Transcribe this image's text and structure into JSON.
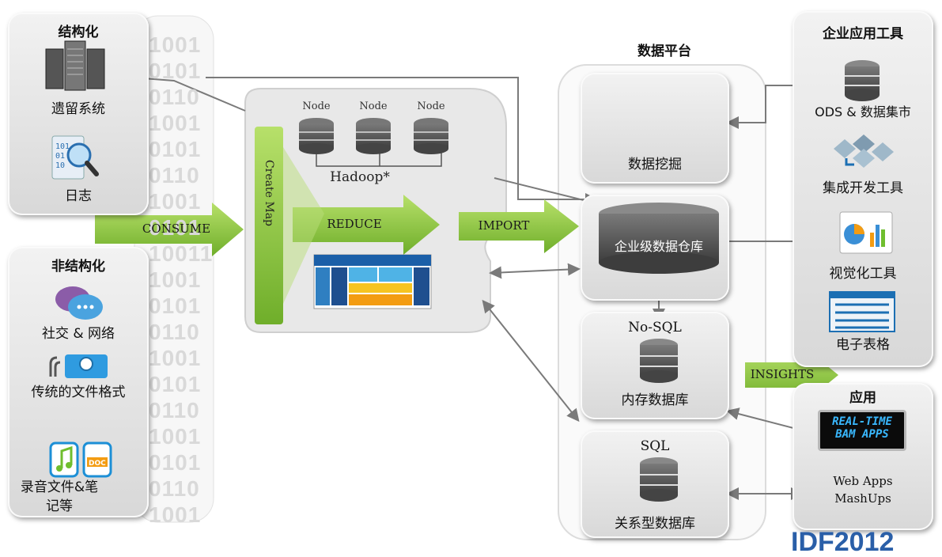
{
  "left": {
    "structured": {
      "title": "结构化",
      "items": [
        {
          "label": "遗留系统",
          "icon": "server-rack-icon"
        },
        {
          "label": "日志",
          "icon": "log-file-search-icon"
        }
      ]
    },
    "unstructured": {
      "title": "非结构化",
      "items": [
        {
          "label": "社交 & 网络",
          "icon": "chat-bubbles-icon"
        },
        {
          "label": "传统的文件格式",
          "icon": "rss-media-icon"
        },
        {
          "label": "录音文件&笔记等",
          "icon": "audio-doc-files-icon"
        }
      ]
    },
    "binary_lines": [
      "1001",
      "0101",
      "0110",
      "1001",
      "0101",
      "0110",
      "1001",
      "0101",
      "10011",
      "1001",
      "0101",
      "0110",
      "1001",
      "0101",
      "0110",
      "1001",
      "0101",
      "0110",
      "1001"
    ]
  },
  "arrows": {
    "consume": "CONSUME",
    "reduce": "REDUCE",
    "import": "IMPORT",
    "insights": "INSIGHTS"
  },
  "hadoop": {
    "nodes": [
      "Node",
      "Node",
      "Node"
    ],
    "label": "Hadoop*",
    "create_map": "Create Map",
    "software_panel_title": "Intel® Manager for Hadoop* Software"
  },
  "platform": {
    "title": "数据平台",
    "data_mining": "数据挖掘",
    "warehouse": "企业级数据仓库",
    "nosql_top": "No-SQL",
    "nosql_bottom": "内存数据库",
    "sql_top": "SQL",
    "sql_bottom": "关系型数据库"
  },
  "tools": {
    "title": "企业应用工具",
    "items": [
      {
        "label": "ODS & 数据集市",
        "icon": "database-icon"
      },
      {
        "label": "集成开发工具",
        "icon": "integration-diamonds-icon"
      },
      {
        "label": "视觉化工具",
        "icon": "charts-icon"
      },
      {
        "label": "电子表格",
        "icon": "spreadsheet-icon"
      }
    ]
  },
  "apps": {
    "title": "应用",
    "display_line1": "REAL-TIME",
    "display_line2": "BAM APPS",
    "web_apps": "Web Apps",
    "mashups": "MashUps"
  },
  "footer_logo": "IDF2012",
  "colors": {
    "arrow_green": "#8dc63f",
    "panel_gray": "#d8d8d8",
    "connector": "#7a7a7a",
    "db_dark": "#555555",
    "display_blue": "#39b8ff"
  }
}
